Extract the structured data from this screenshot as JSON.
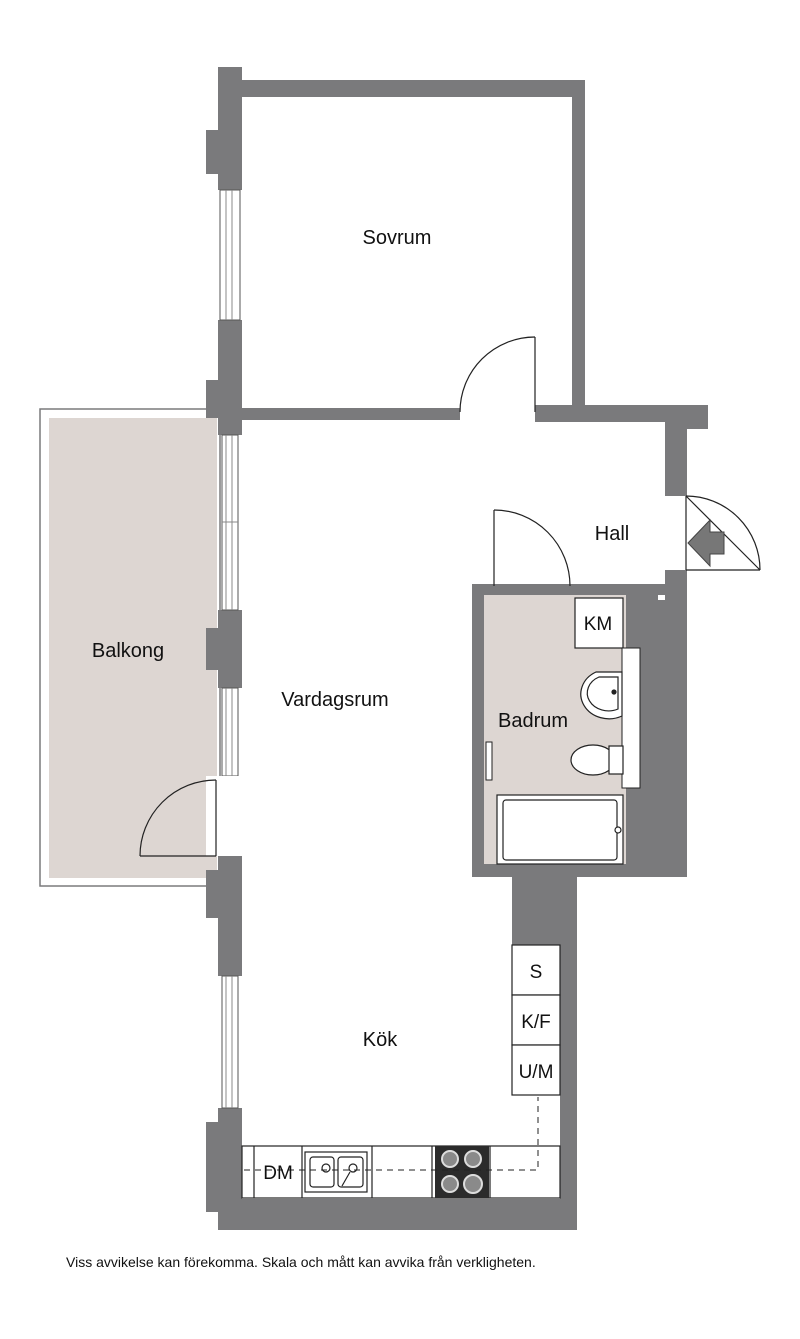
{
  "rooms": {
    "sovrum": "Sovrum",
    "balkong": "Balkong",
    "vardagsrum": "Vardagsrum",
    "hall": "Hall",
    "badrum": "Badrum",
    "kok": "Kök"
  },
  "fixtures": {
    "km": "KM",
    "s": "S",
    "kf": "K/F",
    "um": "U/M",
    "dm": "DM"
  },
  "footer": {
    "note": "Viss avvikelse kan förekomma. Skala och mått kan avvika från verkligheten."
  },
  "colors": {
    "wall": "#7a7a7c",
    "balcony_floor": "#ddd6d2",
    "bathroom_floor": "#ddd6d2",
    "background": "#ffffff"
  },
  "icons": {
    "entrance": "entrance-arrow-icon",
    "stove": "stove-icon",
    "sink": "sink-icon"
  }
}
